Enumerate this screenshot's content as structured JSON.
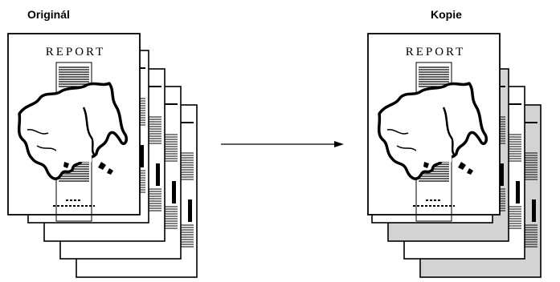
{
  "original_label": "Originál",
  "copy_label": "Kopie",
  "document_title": "REPORT",
  "original_sheet_fill": "#ffffff",
  "copy_sheet_fill": "#d3d3d3",
  "ink_color": "#000000"
}
